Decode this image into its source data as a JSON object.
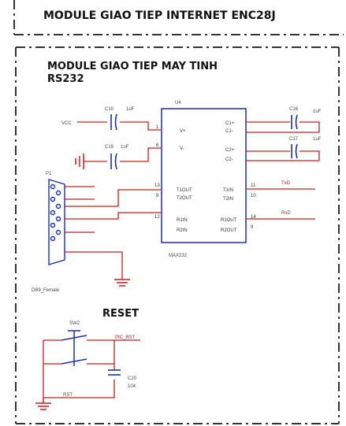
{
  "section_top": {
    "title": "MODULE GIAO TIEP INTERNET ENC28J"
  },
  "section_rs232": {
    "title_line1": "MODULE GIAO TIEP MAY TINH",
    "title_line2": "RS232"
  },
  "ic": {
    "ref": "U4",
    "part": "MAX232",
    "left_pins": [
      {
        "num": "1",
        "name": "V+"
      },
      {
        "num": "6",
        "name": "V-"
      },
      {
        "num": "13",
        "name": "T1OUT"
      },
      {
        "num": "8",
        "name": "T2OUT"
      },
      {
        "num": "12",
        "name": "R1IN"
      },
      {
        "num": "",
        "name": "R2IN"
      }
    ],
    "right_pins": [
      {
        "num": "",
        "name": "C1+"
      },
      {
        "num": "",
        "name": "C1-"
      },
      {
        "num": "",
        "name": "C2+"
      },
      {
        "num": "",
        "name": "C2-"
      },
      {
        "num": "11",
        "name": "T1IN"
      },
      {
        "num": "10",
        "name": "T2IN"
      },
      {
        "num": "14",
        "name": "R1OUT"
      },
      {
        "num": "9",
        "name": "R2OUT"
      }
    ]
  },
  "caps": {
    "c10": {
      "ref": "C10",
      "val": "1uF"
    },
    "c19": {
      "ref": "C19",
      "val": "1uF"
    },
    "c16": {
      "ref": "C16",
      "val": "1uF"
    },
    "c17": {
      "ref": "C17",
      "val": "1uF"
    },
    "c20": {
      "ref": "C20",
      "val": "104"
    }
  },
  "nets": {
    "vcc": "VCC",
    "txd": "TxD",
    "rxd": "RxD",
    "reset_net": "RST",
    "reset_label": "RESET"
  },
  "connector": {
    "ref": "P1",
    "part": "DB9_Female"
  },
  "reset": {
    "title": "RESET",
    "switch_ref": "SW2",
    "net_label": "PIC_RST"
  },
  "colors": {
    "wire": "#c81e1e",
    "component": "#1a2fb0",
    "dash": "#333333"
  }
}
